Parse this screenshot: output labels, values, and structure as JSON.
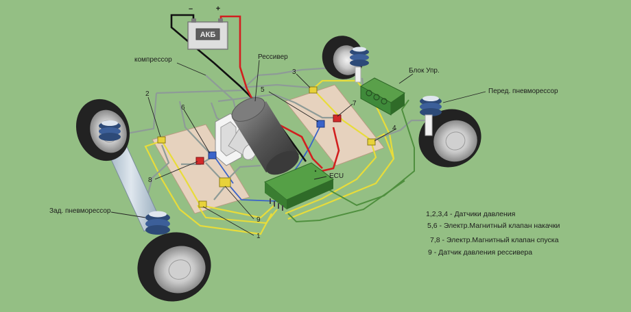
{
  "battery": {
    "label": "АКБ",
    "minus": "–",
    "plus": "+"
  },
  "labels": {
    "compressor": "компрессор",
    "receiver": "Рессивер",
    "control_block": "Блок Упр.",
    "front_air_spring": "Перед. пневморессор",
    "rear_air_spring": "Зад. пневморессор",
    "ecu": "ECU"
  },
  "numbers": {
    "n1": "1",
    "n2": "2",
    "n3": "3",
    "n4": "4",
    "n5": "5",
    "n6": "6",
    "n7": "7",
    "n8": "8",
    "n9": "9"
  },
  "legend": [
    "1,2,3,4 - Датчики давления",
    "5,6 - Электр.Магнитный клапан накачки",
    "7,8 - Электр.Магнитный клапан спуска",
    "9 - Датчик давления рессивера"
  ],
  "colors": {
    "background": "#94bf84",
    "wire_positive": "#d21f1f",
    "wire_negative": "#111111",
    "air_line": "#8e9b97",
    "signal_yellow": "#e8dc3a",
    "signal_blue": "#3a63c9",
    "ecu_green": "#3f8a3a",
    "board": "#e6d2be"
  }
}
